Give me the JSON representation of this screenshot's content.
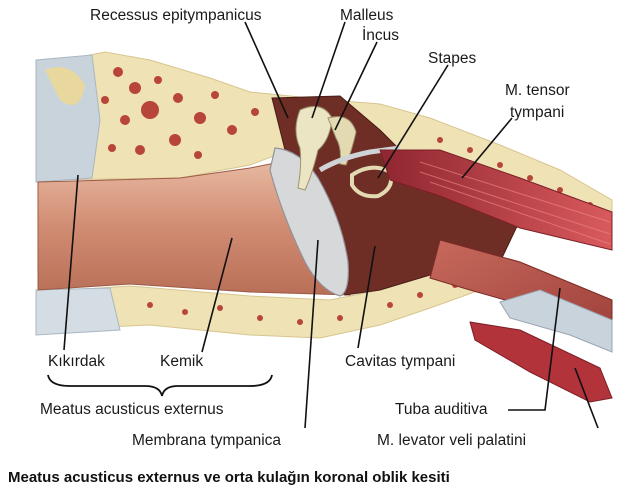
{
  "labels": {
    "recessus": "Recessus epitympanicus",
    "malleus": "Malleus",
    "incus": "İncus",
    "stapes": "Stapes",
    "tensor_line1": "M. tensor",
    "tensor_line2": "tympani",
    "kikirdak": "Kıkırdak",
    "kemik": "Kemik",
    "meatus": "Meatus acusticus externus",
    "membrana": "Membrana tympanica",
    "cavitas": "Cavitas tympani",
    "tuba": "Tuba auditiva",
    "levator": "M. levator veli palatini"
  },
  "caption": "Meatus acusticus externus ve orta kulağın koronal oblik kesiti",
  "colors": {
    "bone": "#efe2b4",
    "marrow": "#b8453a",
    "canal": "#d9927a",
    "cavity": "#6e2e26",
    "muscle": "#b2333a",
    "cartilage": "#c9d3dc",
    "membrane": "#d7d8da"
  }
}
